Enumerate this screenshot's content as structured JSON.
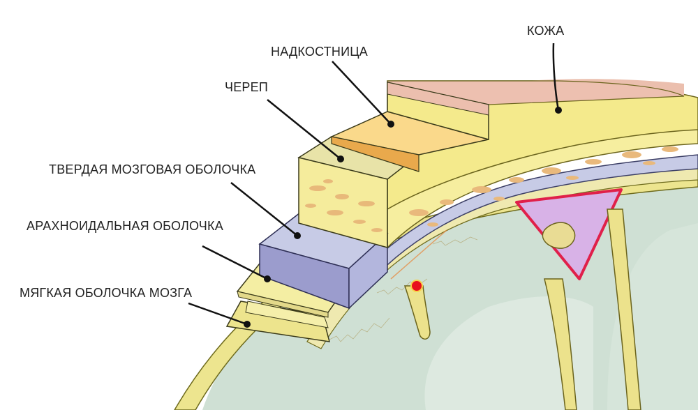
{
  "labels": {
    "skin": "КОЖА",
    "periosteum": "НАДКОСТНИЦА",
    "skull": "ЧЕРЕП",
    "dura": "ТВЕРДАЯ МОЗГОВАЯ ОБОЛОЧКА",
    "arachnoid": "АРАХНОИДАЛЬНАЯ ОБОЛОЧКА",
    "pia": "МЯГКАЯ ОБОЛОЧКА МОЗГА"
  },
  "colors": {
    "skin": "#e9b9a8",
    "fat": "#f3ea8a",
    "periosteum": "#fad98b",
    "skull": "#f5ec9c",
    "skull_spots": "#e8b97a",
    "dura": "#c8cde8",
    "arachnoid": "#efeaa4",
    "pia": "#ece28c",
    "brain": "#c9dcd0",
    "sinus": "#d9b3e6",
    "sinus_border": "#e0204a",
    "vessel": "#e8101e",
    "leader": "#111111"
  }
}
